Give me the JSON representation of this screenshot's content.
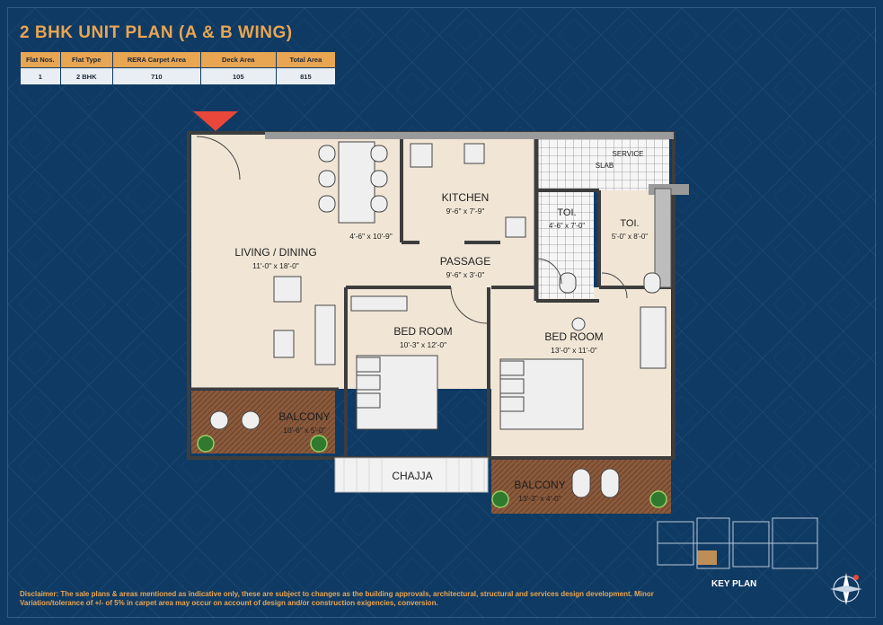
{
  "title": "2 BHK  UNIT PLAN (A & B WING)",
  "area_table": {
    "headers": [
      "Flat Nos.",
      "Flat Type",
      "RERA Carpet Area",
      "Deck Area",
      "Total Area"
    ],
    "rows": [
      [
        "1",
        "2 BHK",
        "710",
        "105",
        "815"
      ]
    ]
  },
  "rooms": {
    "living_name": "LIVING / DINING",
    "living_dim": "11'-0\" x 18'-0\"",
    "dining_dim": "4'-6\" x 10'-9\"",
    "kitchen_name": "KITCHEN",
    "kitchen_dim": "9'-6\" x 7'-9\"",
    "toi1_name": "TOI.",
    "toi1_dim": "4'-6\" x 7'-0\"",
    "toi2_name": "TOI.",
    "toi2_dim": "5'-0\" x 8'-0\"",
    "service_name": "SERVICE",
    "service_name2": "SLAB",
    "passage_name": "PASSAGE",
    "passage_dim": "9'-6\" x 3'-0\"",
    "bed1_name": "BED ROOM",
    "bed1_dim": "10'-3\" x 12'-0\"",
    "bed2_name": "BED ROOM",
    "bed2_dim": "13'-0\" x 11'-0\"",
    "balcony1_name": "BALCONY",
    "balcony1_dim": "10'-6\" x 5'-0\"",
    "chajja_name": "CHAJJA",
    "balcony2_name": "BALCONY",
    "balcony2_dim": "13'-3\" x 4'-0\""
  },
  "key_plan_label": "KEY PLAN",
  "disclaimer": "Disclaimer: The sale plans & areas mentioned as indicative only, these are subject to changes as the building approvals, architectural, structural and services design development. Minor Variation/tolerance of +/- of 5% in carpet area may occur on account of design and/or construction exigencies, conversion.",
  "colors": {
    "background": "#0f3a63",
    "accent": "#e8a552",
    "floor": "#f1e6d6"
  }
}
